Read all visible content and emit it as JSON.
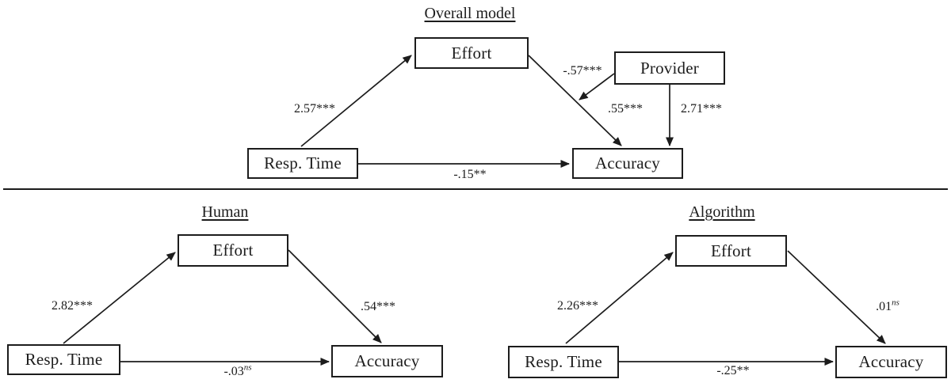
{
  "panels": {
    "overall": {
      "title": "Overall model",
      "nodes": {
        "effort": "Effort",
        "provider": "Provider",
        "resp_time": "Resp. Time",
        "accuracy": "Accuracy"
      },
      "coefficients": {
        "rt_effort": {
          "text": "2.57***",
          "sup": ""
        },
        "effort_acc": {
          "text": ".55***",
          "sup": ""
        },
        "provider_mod": {
          "text": "-.57***",
          "sup": ""
        },
        "provider_acc": {
          "text": "2.71***",
          "sup": ""
        },
        "rt_acc": {
          "text": "-.15**",
          "sup": ""
        }
      }
    },
    "human": {
      "title": "Human",
      "nodes": {
        "effort": "Effort",
        "resp_time": "Resp. Time",
        "accuracy": "Accuracy"
      },
      "coefficients": {
        "rt_effort": {
          "text": "2.82***",
          "sup": ""
        },
        "effort_acc": {
          "text": ".54***",
          "sup": ""
        },
        "rt_acc": {
          "text": "-.03",
          "sup": "ns"
        }
      }
    },
    "algorithm": {
      "title": "Algorithm",
      "nodes": {
        "effort": "Effort",
        "resp_time": "Resp. Time",
        "accuracy": "Accuracy"
      },
      "coefficients": {
        "rt_effort": {
          "text": "2.26***",
          "sup": ""
        },
        "effort_acc": {
          "text": ".01",
          "sup": "ns"
        },
        "rt_acc": {
          "text": "-.25**",
          "sup": ""
        }
      }
    }
  }
}
